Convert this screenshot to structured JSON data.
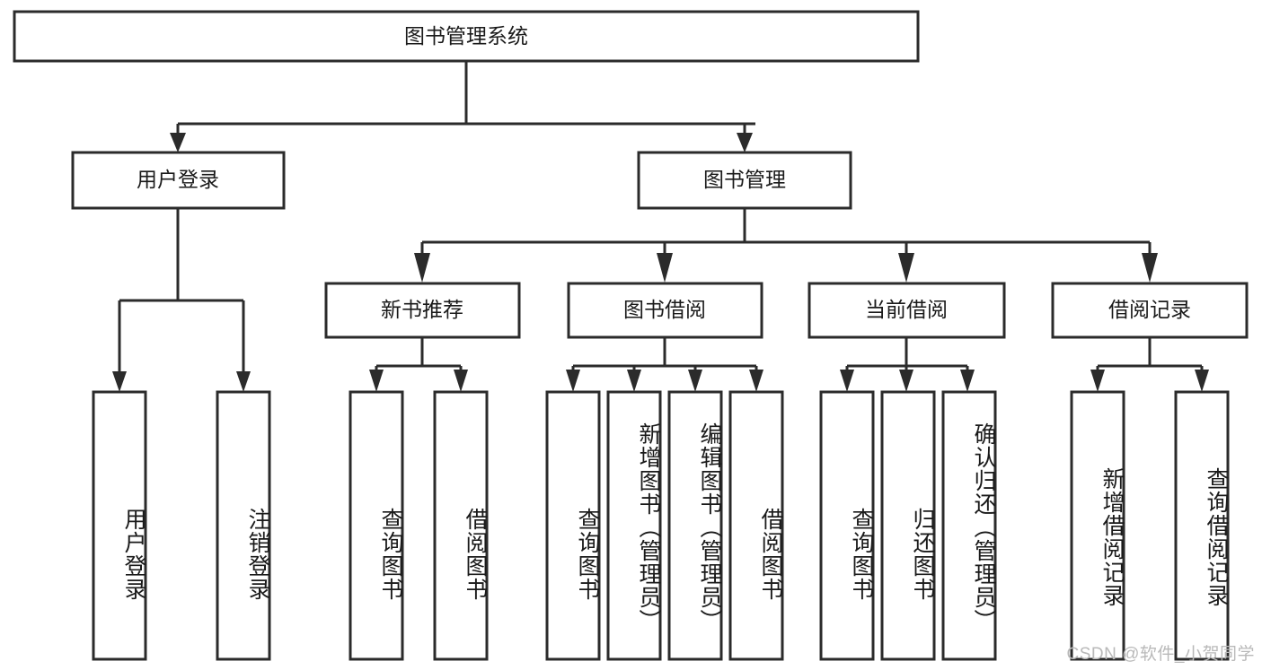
{
  "diagram": {
    "type": "hierarchy-tree",
    "title": "图书管理系统",
    "root": {
      "label": "图书管理系统",
      "level": 1
    },
    "level2": [
      {
        "label": "用户登录"
      },
      {
        "label": "图书管理"
      }
    ],
    "level3": [
      {
        "label": "新书推荐"
      },
      {
        "label": "图书借阅"
      },
      {
        "label": "当前借阅"
      },
      {
        "label": "借阅记录"
      }
    ],
    "leaves": {
      "user_login": [
        {
          "label": "用户登录"
        },
        {
          "label": "注销登录"
        }
      ],
      "new_book_recommend": [
        {
          "label": "查询图书"
        },
        {
          "label": "借阅图书"
        }
      ],
      "book_borrow": [
        {
          "label": "查询图书"
        },
        {
          "label": "新增图书（管理员）"
        },
        {
          "label": "编辑图书（管理员）"
        },
        {
          "label": "借阅图书"
        }
      ],
      "current_borrow": [
        {
          "label": "查询图书"
        },
        {
          "label": "归还图书"
        },
        {
          "label": "确认归还（管理员）"
        }
      ],
      "borrow_record": [
        {
          "label": "新增借阅记录"
        },
        {
          "label": "查询借阅记录"
        }
      ]
    }
  },
  "watermark": {
    "text": "CSDN @软件_小贺同学"
  },
  "colors": {
    "stroke": "#2b2b2b",
    "fill": "#ffffff",
    "text": "#1a1a1a",
    "watermark": "#b9b9b9"
  }
}
